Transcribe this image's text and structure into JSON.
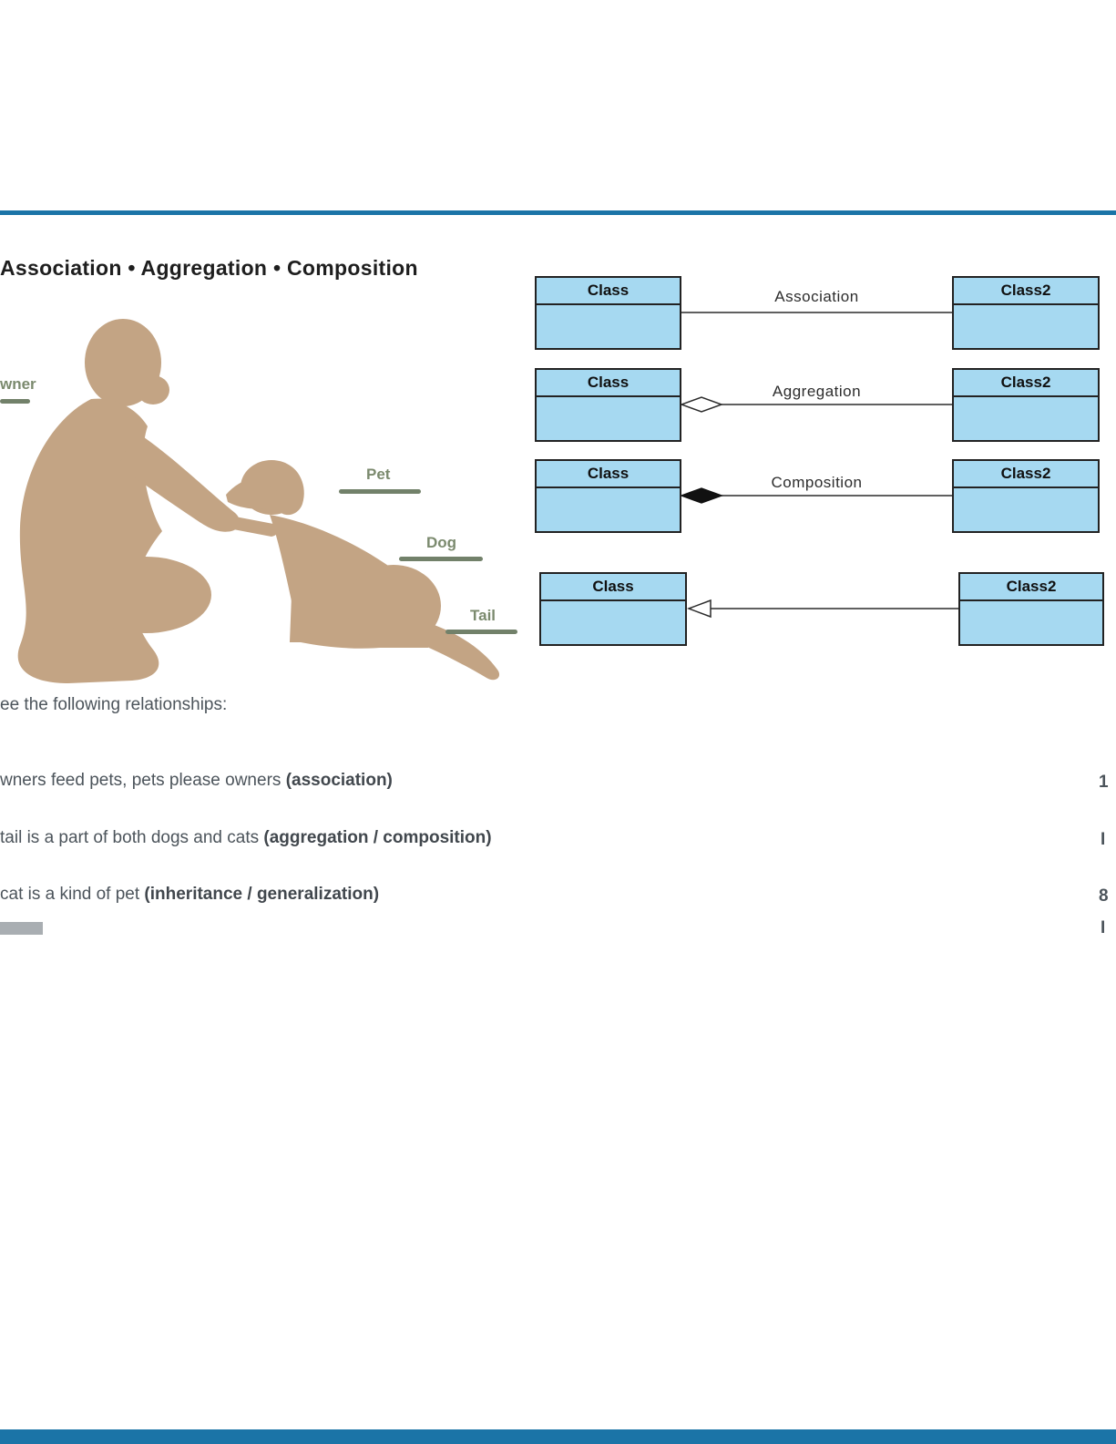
{
  "slide": {
    "title": "Association • Aggregation • Composition",
    "intro": "ee the following relationships:",
    "bullets": [
      {
        "text": "wners feed pets, pets please owners ",
        "bold": "(association)"
      },
      {
        "text": "tail is a part of both dogs and cats ",
        "bold": "(aggregation / composition)"
      },
      {
        "text": "cat is a kind of pet ",
        "bold": "(inheritance / generalization)"
      }
    ]
  },
  "photo": {
    "labels": [
      {
        "text": "wner"
      },
      {
        "text": "Pet"
      },
      {
        "text": "Dog"
      },
      {
        "text": "Tail"
      }
    ]
  },
  "uml": {
    "rows": [
      {
        "left": "Class",
        "right": "Class2",
        "relation": "Association",
        "connector": "line"
      },
      {
        "left": "Class",
        "right": "Class2",
        "relation": "Aggregation",
        "connector": "hollow-diamond"
      },
      {
        "left": "Class",
        "right": "Class2",
        "relation": "Composition",
        "connector": "filled-diamond"
      },
      {
        "left": "Class",
        "right": "Class2",
        "relation": "",
        "connector": "hollow-triangle"
      }
    ]
  },
  "fragments": {
    "items": [
      "1",
      "I",
      "8",
      "I"
    ]
  },
  "colors": {
    "accent_blue": "#1b74a7",
    "box_fill": "#a6d9f1",
    "box_border": "#222222",
    "label_green": "#7b8a6e",
    "silhouette_tan": "#c3a484",
    "body_text": "#4c545b",
    "bar_gray": "#a9aeb2"
  }
}
